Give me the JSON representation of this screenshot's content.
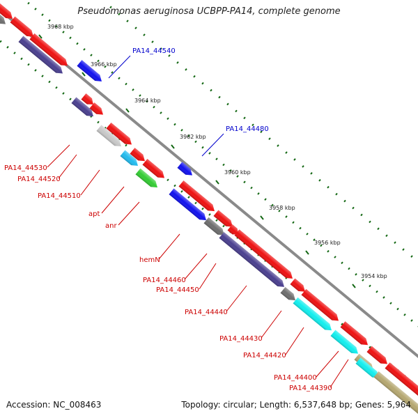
{
  "header": {
    "title": "Pseudomonas aeruginosa UCBPP-PA14, complete genome"
  },
  "footer": {
    "accession": "Accession: NC_008463",
    "topology": "Topology: circular; Length: 6,537,648 bp; Genes: 5,964"
  },
  "axis": {
    "ticks": [
      "3968 kbp",
      "3966 kbp",
      "3964 kbp",
      "3962 kbp",
      "3960 kbp",
      "3958 kbp",
      "3956 kbp",
      "3954 kbp"
    ]
  },
  "colors": {
    "backbone": "#8a8a8a",
    "red": "#ee1111",
    "blue": "#1111ee",
    "navy": "#4a3f8f",
    "grey": "#6e6e6e",
    "light_grey": "#c8c8c8",
    "cyan": "#11eeee",
    "sky": "#22bbee",
    "green": "#33cc33",
    "khaki": "#b5a770",
    "dots": "#116611",
    "label_red": "#cc0000",
    "label_blue": "#0000cc"
  },
  "gene_labels": [
    {
      "text": "PA14_44540",
      "color": "blue"
    },
    {
      "text": "PA14_44480",
      "color": "blue"
    },
    {
      "text": "PA14_44530",
      "color": "red"
    },
    {
      "text": "PA14_44520",
      "color": "red"
    },
    {
      "text": "PA14_44510",
      "color": "red"
    },
    {
      "text": "apt",
      "color": "red"
    },
    {
      "text": "anr",
      "color": "red"
    },
    {
      "text": "hemN",
      "color": "red"
    },
    {
      "text": "PA14_44460",
      "color": "red"
    },
    {
      "text": "PA14_44450",
      "color": "red"
    },
    {
      "text": "PA14_44440",
      "color": "red"
    },
    {
      "text": "PA14_44430",
      "color": "red"
    },
    {
      "text": "PA14_44420",
      "color": "red"
    },
    {
      "text": "PA14_44400",
      "color": "red"
    },
    {
      "text": "PA14_44390",
      "color": "red"
    }
  ]
}
